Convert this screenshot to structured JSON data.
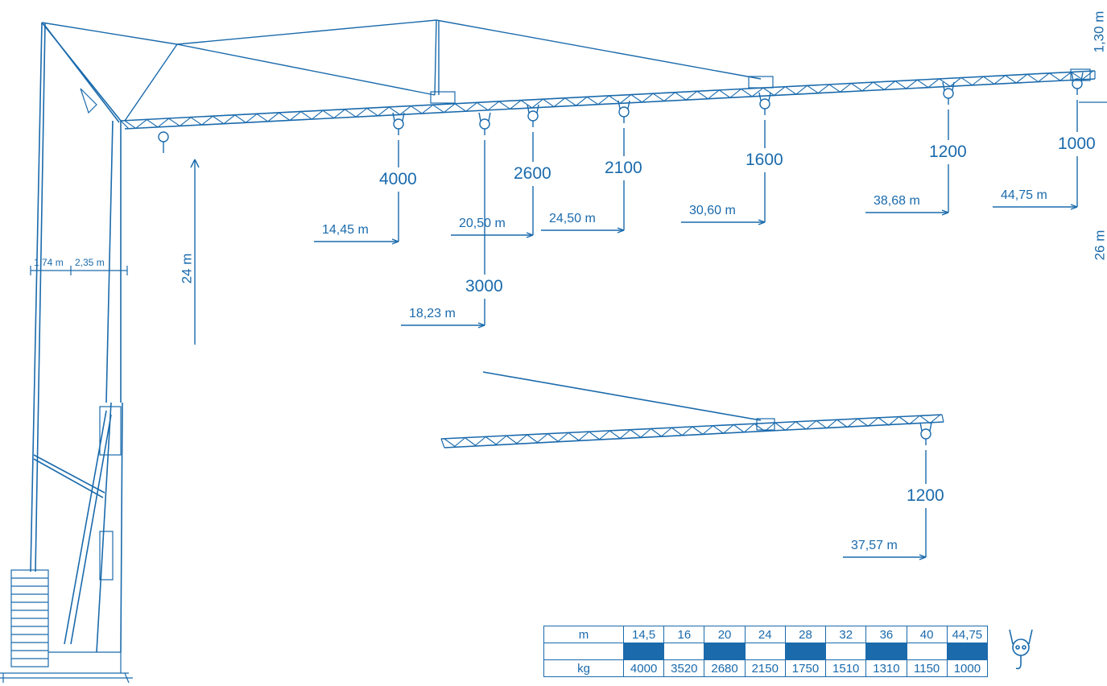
{
  "crane": {
    "height_label": "24 m",
    "hook_height_label": "26 m",
    "jib_tip_label": "1,30 m",
    "tower_dim_left": "1,74 m",
    "tower_dim_right": "2,35 m"
  },
  "main_jib_loads": [
    {
      "load": "4000",
      "radius": "14,45 m"
    },
    {
      "load": "3000",
      "radius": "18,23 m"
    },
    {
      "load": "2600",
      "radius": "20,50 m"
    },
    {
      "load": "2100",
      "radius": "24,50 m"
    },
    {
      "load": "1600",
      "radius": "30,60 m"
    },
    {
      "load": "1200",
      "radius": "38,68 m"
    },
    {
      "load": "1000",
      "radius": "44,75 m"
    }
  ],
  "short_jib_load": {
    "load": "1200",
    "radius": "37,57 m"
  },
  "load_chart": {
    "row_label_m": "m",
    "row_label_kg": "kg",
    "radii": [
      "14,5",
      "16",
      "20",
      "24",
      "28",
      "32",
      "36",
      "40",
      "44,75"
    ],
    "loads": [
      "4000",
      "3520",
      "2680",
      "2150",
      "1750",
      "1510",
      "1310",
      "1150",
      "1000"
    ],
    "band_cols": [
      0,
      2,
      4,
      6,
      8
    ]
  },
  "colors": {
    "line": "#1a6aac",
    "background": "#ffffff"
  }
}
